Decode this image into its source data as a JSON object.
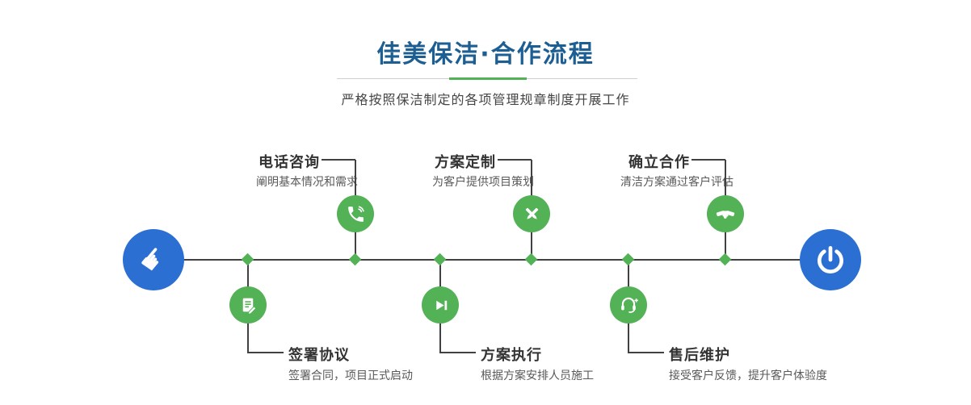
{
  "header": {
    "title": "佳美保洁·合作流程",
    "subtitle": "严格按照保洁制定的各项管理规章制度开展工作"
  },
  "timeline": {
    "start_icon": "pointing-hand-icon",
    "end_icon": "power-icon",
    "node_shape": "diamond"
  },
  "steps_top": [
    {
      "title": "电话咨询",
      "desc": "阐明基本情况和需求",
      "icon": "phone-icon"
    },
    {
      "title": "方案定制",
      "desc": "为客户提供项目策划",
      "icon": "design-pen-icon"
    },
    {
      "title": "确立合作",
      "desc": "清洁方案通过客户评估",
      "icon": "handshake-icon"
    }
  ],
  "steps_bottom": [
    {
      "title": "签署协议",
      "desc": "签署合同，项目正式启动",
      "icon": "contract-icon"
    },
    {
      "title": "方案执行",
      "desc": "根据方案安排人员施工",
      "icon": "play-icon"
    },
    {
      "title": "售后维护",
      "desc": "接受客户反馈，提升客户体验度",
      "icon": "headset-icon"
    }
  ],
  "colors": {
    "title_blue": "#1d5f93",
    "accent_green": "#53b156",
    "circle_blue": "#2b6fd3",
    "line_dark": "#414141"
  }
}
